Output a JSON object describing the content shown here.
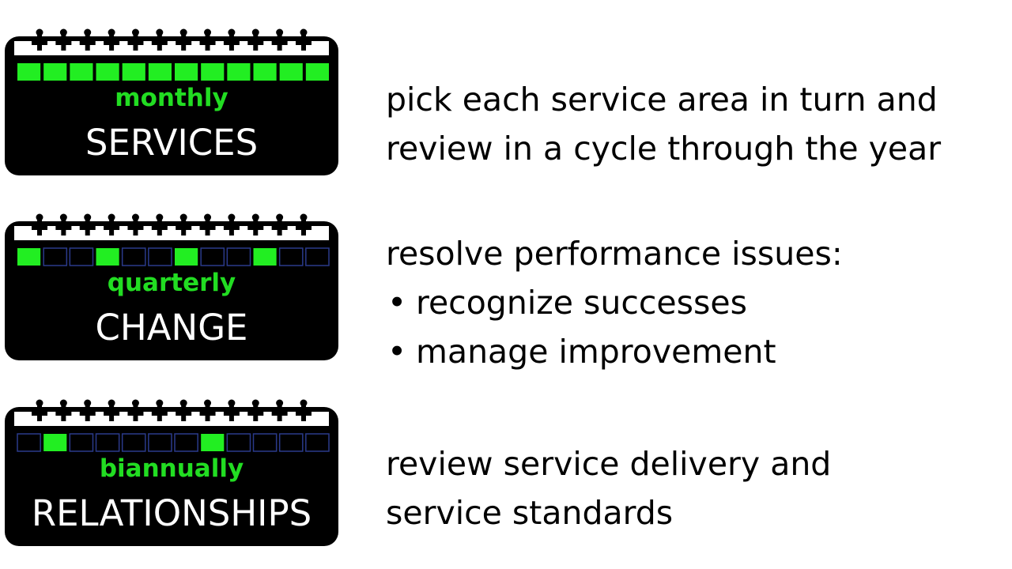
{
  "colors": {
    "card_bg": "#000000",
    "active_month": "#22ee22",
    "inactive_month_border": "#2a3a8a",
    "frequency_text": "#22dd22",
    "title_text": "#ffffff"
  },
  "cards": [
    {
      "frequency": "monthly",
      "title": "SERVICES",
      "active_months": [
        1,
        2,
        3,
        4,
        5,
        6,
        7,
        8,
        9,
        10,
        11,
        12
      ],
      "description_lines": [
        "pick each service area in turn and",
        "review in a cycle through the year"
      ],
      "bullets": []
    },
    {
      "frequency": "quarterly",
      "title": "CHANGE",
      "active_months": [
        1,
        4,
        7,
        10
      ],
      "description_lines": [
        "resolve performance issues:"
      ],
      "bullets": [
        "recognize successes",
        "manage improvement"
      ]
    },
    {
      "frequency": "biannually",
      "title": "RELATIONSHIPS",
      "active_months": [
        2,
        8
      ],
      "description_lines": [
        "review service delivery and",
        "service standards"
      ],
      "bullets": []
    }
  ]
}
